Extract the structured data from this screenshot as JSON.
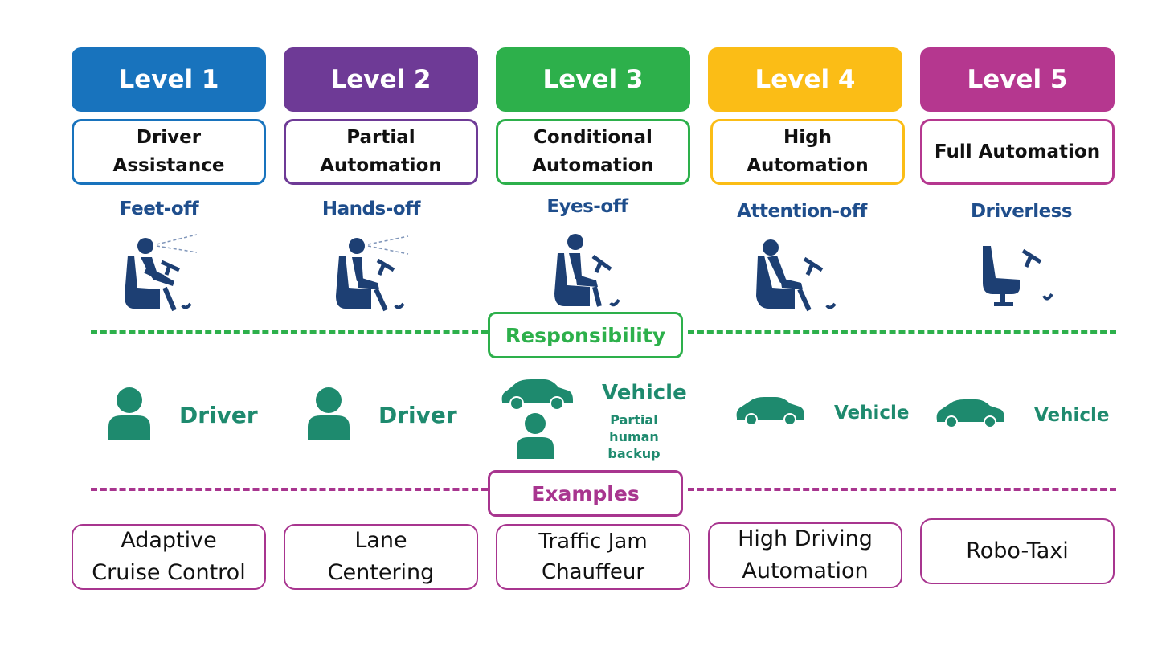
{
  "levels": [
    {
      "label": "Level 1",
      "name": "Driver\nAssistance",
      "mode": "Feet-off",
      "color": "#1873bd"
    },
    {
      "label": "Level 2",
      "name": "Partial\nAutomation",
      "mode": "Hands-off",
      "color": "#6e3a96"
    },
    {
      "label": "Level 3",
      "name": "Conditional\nAutomation",
      "mode": "Eyes-off",
      "color": "#2db04b"
    },
    {
      "label": "Level 4",
      "name": "High\nAutomation",
      "mode": "Attention-off",
      "color": "#fbbd16"
    },
    {
      "label": "Level 5",
      "name": "Full Automation",
      "mode": "Driverless",
      "color": "#b5378f"
    }
  ],
  "responsibility": {
    "title": "Responsibility",
    "color": "#2db04b",
    "items": [
      {
        "text": "Driver",
        "icon": "person-icon"
      },
      {
        "text": "Driver",
        "icon": "person-icon"
      },
      {
        "text": "Vehicle",
        "sub": "Partial human\nbackup",
        "icon": "car-and-person-icon"
      },
      {
        "text": "Vehicle",
        "icon": "car-icon"
      },
      {
        "text": "Vehicle",
        "icon": "car-icon"
      }
    ]
  },
  "examples": {
    "title": "Examples",
    "color": "#a8358f",
    "items": [
      "Adaptive\nCruise Control",
      "Lane\nCentering",
      "Traffic Jam\nChauffeur",
      "High Driving\nAutomation",
      "Robo-Taxi"
    ]
  },
  "icon_color": "#1d3f73",
  "responsibility_icon_color": "#1e8a6e"
}
